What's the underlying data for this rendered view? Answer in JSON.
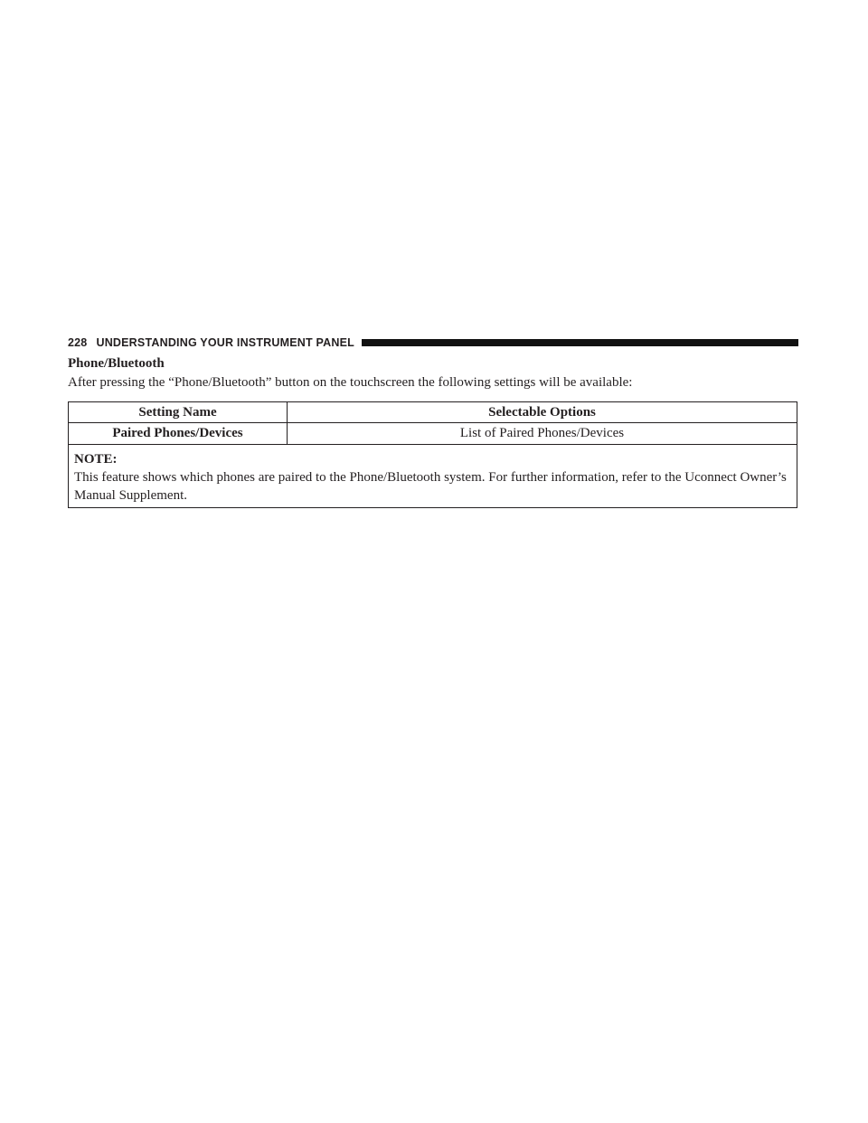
{
  "header": {
    "page_number": "228",
    "section_title": "UNDERSTANDING YOUR INSTRUMENT PANEL"
  },
  "section": {
    "heading": "Phone/Bluetooth",
    "intro": "After pressing the “Phone/Bluetooth” button on the touchscreen the following settings will be available:"
  },
  "table": {
    "headers": [
      "Setting Name",
      "Selectable Options"
    ],
    "rows": [
      {
        "name": "Paired Phones/Devices",
        "option": "List of Paired Phones/Devices"
      }
    ],
    "note_label": "NOTE:",
    "note_text": "This feature shows which phones are paired to the Phone/Bluetooth system. For further information, refer to the Uconnect Owner’s Manual Supplement."
  }
}
